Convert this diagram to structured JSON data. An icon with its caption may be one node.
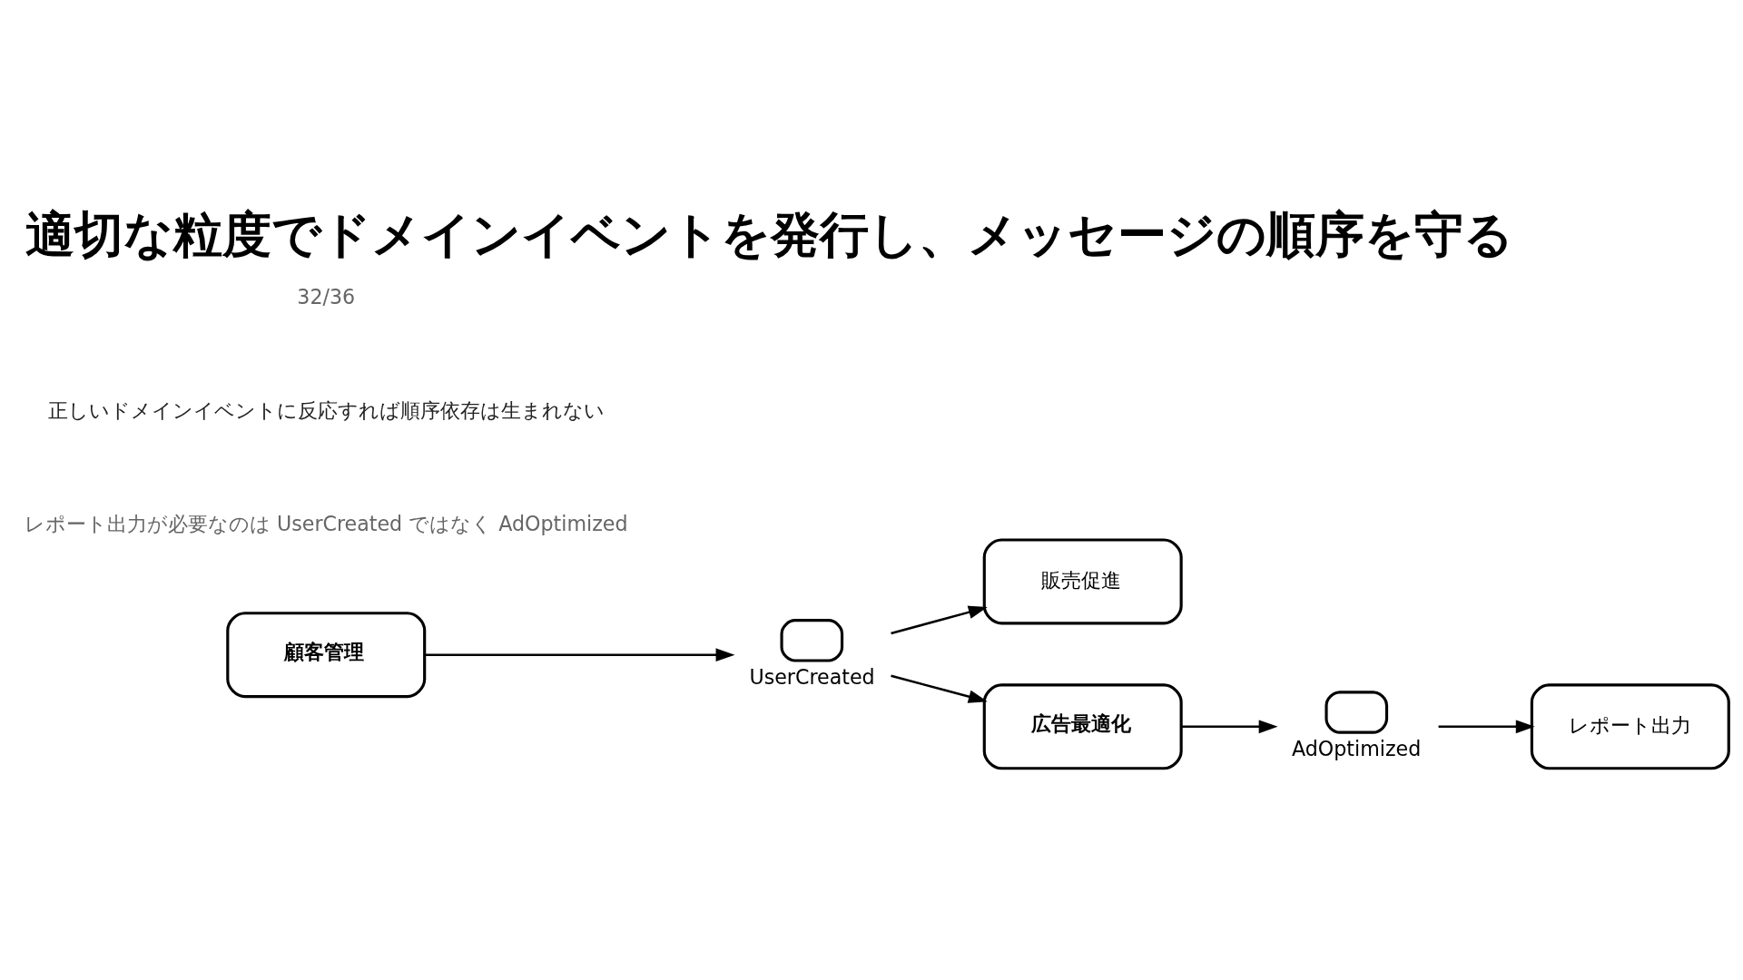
{
  "diagram": {
    "title": "適切な粒度でドメインイベントを発行し、メッセージの順序を守る",
    "nodes": [
      {
        "text": [
          "顧客管理"
        ]
      },
      {
        "text": [
          "UserCreated"
        ]
      },
      {
        "text": [
          "販売促進"
        ]
      },
      {
        "text": [
          "広告最適化"
        ]
      },
      {
        "text": [
          "AdOptimized"
        ]
      },
      {
        "text": [
          "レポート出力"
        ]
      }
    ],
    "edges": [
      {
        "from": 0,
        "to": 1,
        "arrow": "to"
      },
      {
        "from": 1,
        "to": 2,
        "arrow": "to"
      },
      {
        "from": 1,
        "to": 3,
        "arrow": "to"
      },
      {
        "from": 3,
        "to": 4,
        "arrow": "to"
      },
      {
        "from": 4,
        "to": 5,
        "arrow": "to"
      }
    ],
    "labels": [
      "レポート出力が必要なのは UserCreated ではなく AdOptimized",
      "正しいドメインイベントに反応すれば順序依存は生まれない",
      "32/36"
    ]
  }
}
